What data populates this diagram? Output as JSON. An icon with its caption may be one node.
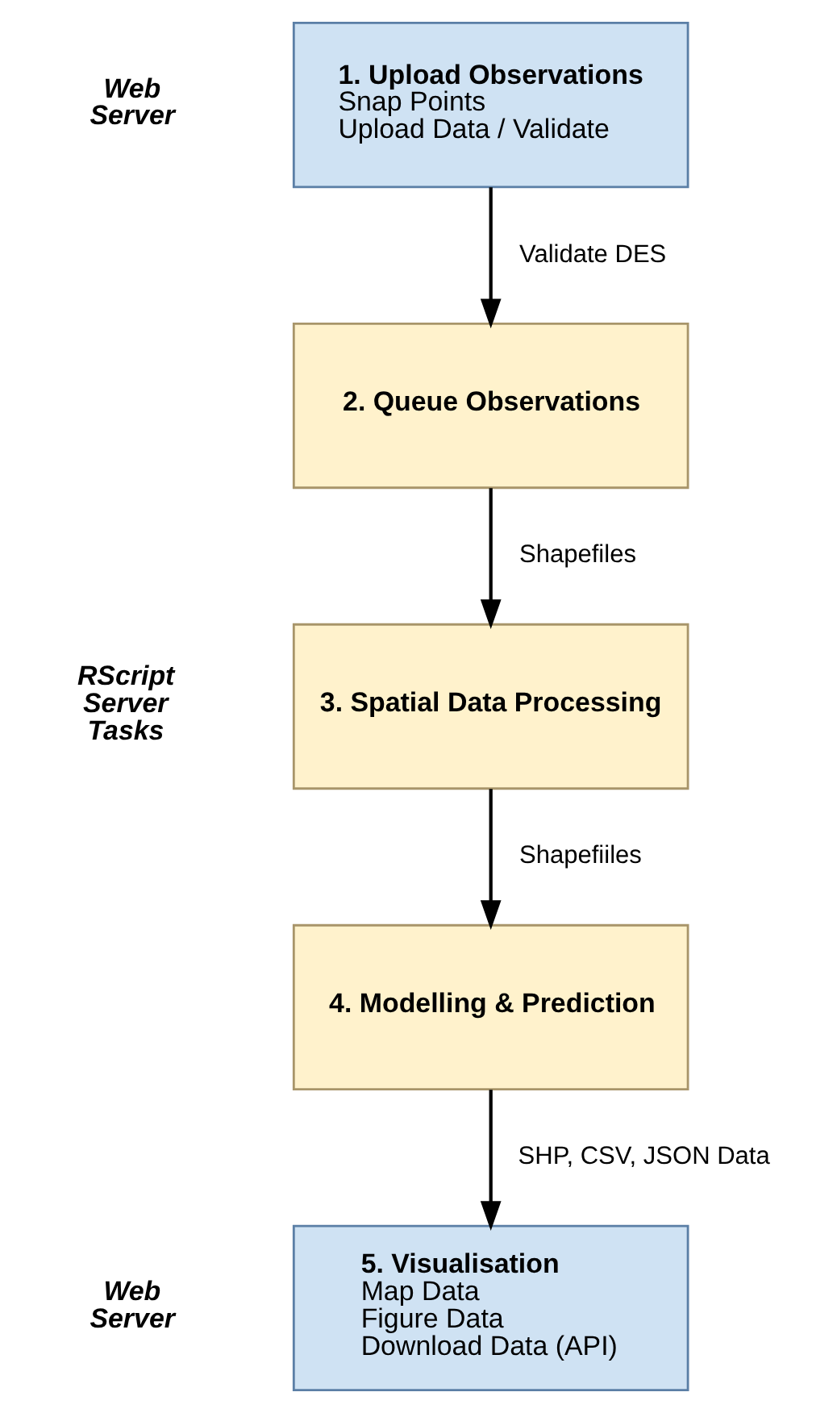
{
  "diagram": {
    "nodes": [
      {
        "text": [
          "1. Upload Observations",
          "Snap Points",
          "Upload Data / Validate"
        ]
      },
      {
        "text": [
          "2. Queue Observations"
        ]
      },
      {
        "text": [
          "3. Spatial Data Processing"
        ]
      },
      {
        "text": [
          "4. Modelling & Prediction"
        ]
      },
      {
        "text": [
          "5. Visualisation",
          "Map Data",
          "Figure Data",
          "Download Data (API)"
        ]
      }
    ],
    "edges": [
      {
        "from": 0,
        "to": 1,
        "arrow": "to",
        "label": "Validate DES"
      },
      {
        "from": 1,
        "to": 2,
        "arrow": "to",
        "label": "Shapefiles"
      },
      {
        "from": 2,
        "to": 3,
        "arrow": "to",
        "label": "Shapefiiles"
      },
      {
        "from": 3,
        "to": 4,
        "arrow": "to",
        "label": "SHP, CSV, JSON Data"
      }
    ],
    "labels": [
      "Web Server",
      "RScript Server Tasks",
      "Web Server"
    ]
  }
}
